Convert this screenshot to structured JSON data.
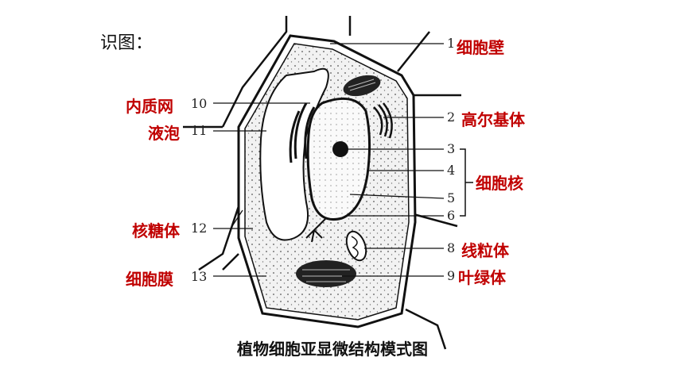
{
  "heading": "识图：",
  "caption": "植物细胞亚显微结构模式图",
  "colors": {
    "label": "#c00000",
    "line": "#111111",
    "cytoplasm": "#f0f0f0"
  },
  "labels": [
    {
      "num": "1",
      "text": "细胞壁"
    },
    {
      "num": "2",
      "text": "高尔基体"
    },
    {
      "num": "3",
      "text": ""
    },
    {
      "num": "4",
      "text": ""
    },
    {
      "num": "5",
      "text": ""
    },
    {
      "num": "6",
      "text": ""
    },
    {
      "num": "8",
      "text": "线粒体"
    },
    {
      "num": "9",
      "text": "叶绿体"
    },
    {
      "num": "10",
      "text": "内质网"
    },
    {
      "num": "11",
      "text": "液泡"
    },
    {
      "num": "12",
      "text": "核糖体"
    },
    {
      "num": "13",
      "text": "细胞膜"
    }
  ],
  "group_label": "细胞核"
}
